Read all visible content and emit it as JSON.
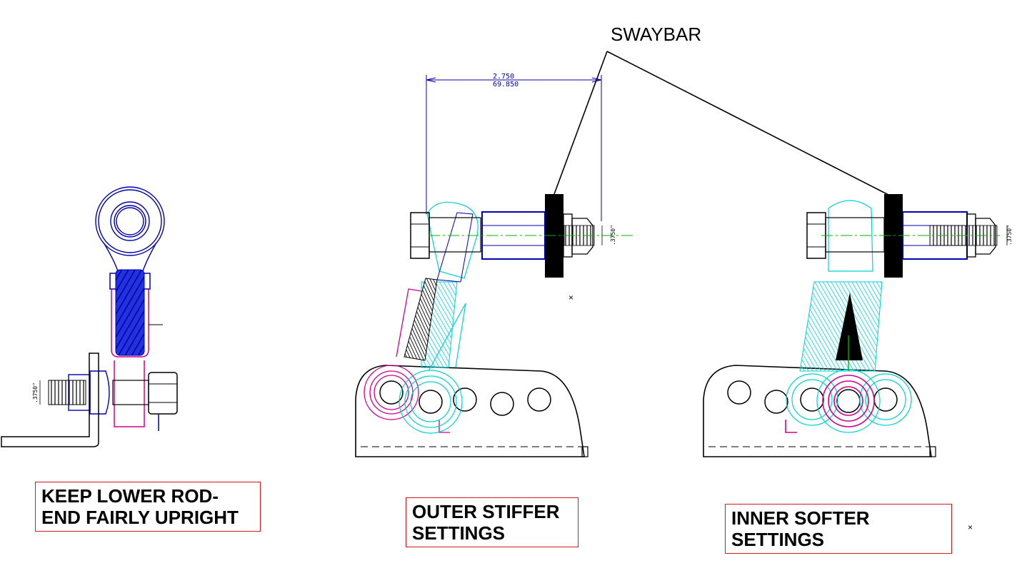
{
  "callout": {
    "text": "SWAYBAR"
  },
  "dimensions": {
    "top_inch": "2.750",
    "top_mm": "69.850",
    "bolt_dia_1": ".3750\"",
    "bolt_dia_2": ".3750\"",
    "bolt_dia_3": ".3750\""
  },
  "labels": {
    "left": {
      "line1": "KEEP LOWER ROD-",
      "line2": "END FAIRLY UPRIGHT"
    },
    "middle": {
      "line1": "OUTER STIFFER",
      "line2": "SETTINGS"
    },
    "right": {
      "line1": "INNER SOFTER",
      "line2": "SETTINGS"
    }
  },
  "colors": {
    "blue": "#0000b4",
    "cyan": "#00d2d2",
    "magenta": "#d4008c",
    "black": "#000000",
    "green": "#00b400",
    "label_border": "#d11a1a"
  }
}
